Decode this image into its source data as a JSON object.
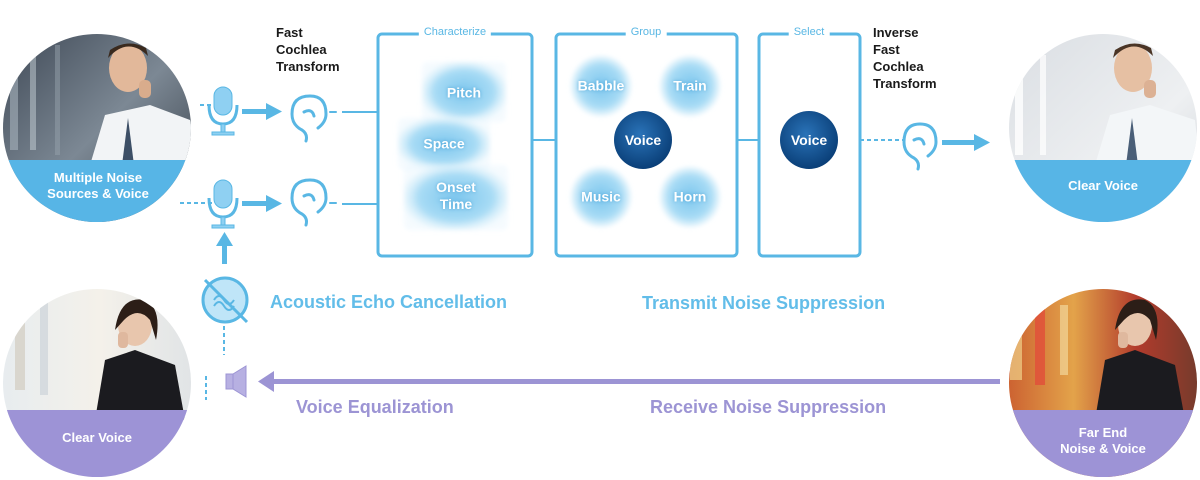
{
  "labels": {
    "fct": [
      "Fast",
      "Cochlea",
      "Transform"
    ],
    "ifct": [
      "Inverse",
      "Fast",
      "Cochlea",
      "Transform"
    ]
  },
  "sections": {
    "characterize": "Characterize",
    "group": "Group",
    "select": "Select"
  },
  "characterize_items": [
    "Pitch",
    "Space",
    "Onset Time"
  ],
  "group_items": [
    "Babble",
    "Train",
    "Music",
    "Horn"
  ],
  "group_center": "Voice",
  "select_item": "Voice",
  "processes": {
    "aec": "Acoustic Echo Cancellation",
    "tns": "Transmit Noise Suppression",
    "veq": "Voice Equalization",
    "rns": "Receive Noise Suppression"
  },
  "photos": {
    "top_left": [
      "Multiple Noise",
      "Sources & Voice"
    ],
    "top_right": "Clear Voice",
    "bottom_left": "Clear Voice",
    "bottom_right": [
      "Far End",
      "Noise & Voice"
    ]
  },
  "colors": {
    "blue_accent": "#59b7e4",
    "dark_blue_node": "#0f4d8c",
    "purple_accent": "#9c94d4",
    "blob_blue": "#8fd0f2"
  },
  "icons": [
    "microphone-icon",
    "ear-icon",
    "speaker-icon",
    "echo-cancel-icon"
  ]
}
